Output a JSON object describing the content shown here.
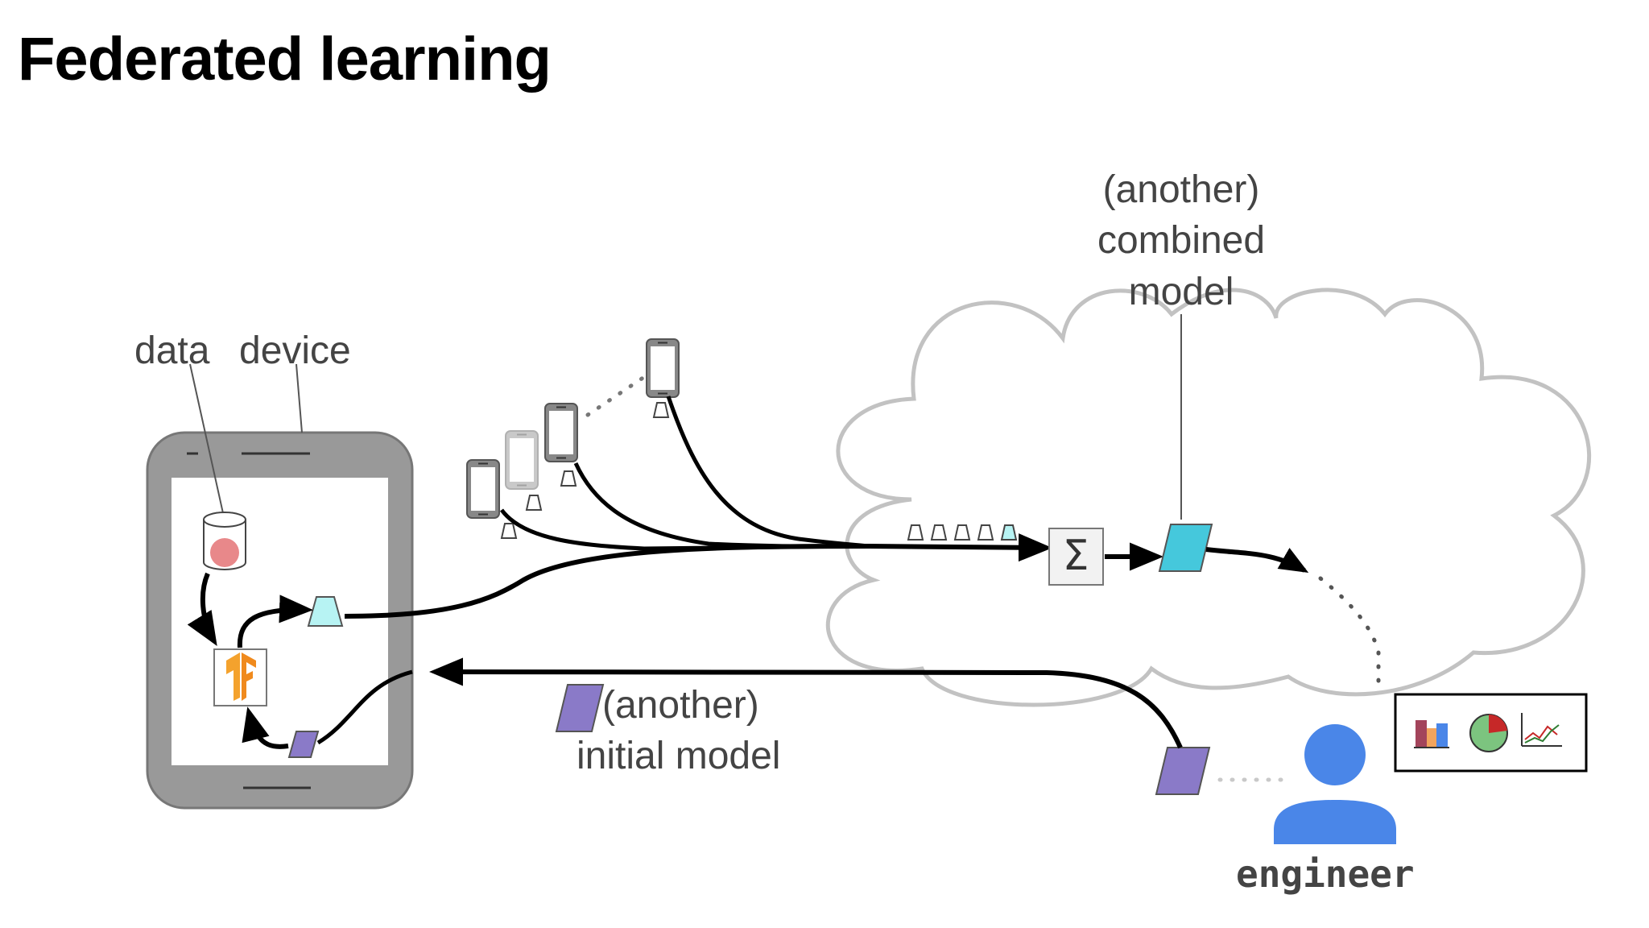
{
  "title": "Federated learning",
  "labels": {
    "data": "data",
    "device": "device",
    "combined_line1": "(another)",
    "combined_line2": "combined",
    "combined_line3": "model",
    "initial_line1": "(another)",
    "initial_line2": "initial model",
    "engineer": "engineer"
  },
  "icons": {
    "aggregate_symbol": "Σ",
    "ml_framework_logo": "tensorflow-icon",
    "data_store": "database-icon",
    "person": "person-icon",
    "dashboard": [
      "bar-chart-icon",
      "pie-chart-icon",
      "line-chart-icon"
    ]
  },
  "colors": {
    "model_update": "#b7f3f3",
    "combined_model": "#45c8dc",
    "initial_model": "#8a7ac8",
    "engineer": "#4a86e8",
    "device_frame": "#999999",
    "cloud_stroke": "#c2c2c2",
    "data_dot": "#e8888a",
    "logo": "#f4a22d"
  }
}
